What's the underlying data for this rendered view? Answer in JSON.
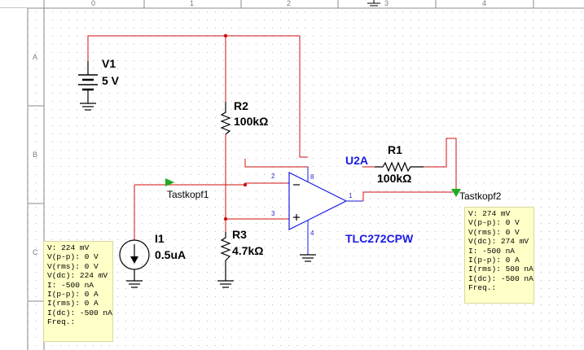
{
  "ruler": {
    "columns": [
      "0",
      "1",
      "2",
      "3",
      "4"
    ],
    "rows": [
      "A",
      "B",
      "C"
    ]
  },
  "components": {
    "v1": {
      "ref": "V1",
      "value": "5 V"
    },
    "r2": {
      "ref": "R2",
      "value": "100kΩ"
    },
    "r1": {
      "ref": "R1",
      "value": "100kΩ"
    },
    "r3": {
      "ref": "R3",
      "value": "4.7kΩ"
    },
    "i1": {
      "ref": "I1",
      "value": "0.5uA"
    },
    "u2a": {
      "ref": "U2A",
      "part": "TLC272CPW",
      "pin_inv": "2",
      "pin_noninv": "3",
      "pin_out": "1",
      "pin_vcc": "8",
      "pin_gnd": "4"
    }
  },
  "probes": {
    "probe1": {
      "label": "Tastkopf1",
      "readings": [
        "V: 224 mV",
        "V(p-p): 0 V",
        "V(rms): 0 V",
        "V(dc): 224 mV",
        "I: -500 nA",
        "I(p-p): 0 A",
        "I(rms): 0 A",
        "I(dc): -500 nA",
        "Freq.:"
      ]
    },
    "probe2": {
      "label": "Tastkopf2",
      "readings": [
        "V: 274 mV",
        "V(p-p): 0 V",
        "V(rms): 0 V",
        "V(dc): 274 mV",
        "I: -500 nA",
        "I(p-p): 0 A",
        "I(rms): 500 nA",
        "I(dc): -500 nA",
        "Freq.:"
      ]
    }
  },
  "colors": {
    "wire": "#d01010",
    "opamp": "#1a1ae6",
    "probe_fill": "#ffffc8",
    "probe_arrow": "#22aa22",
    "grid_dot": "#b8b8b8"
  }
}
